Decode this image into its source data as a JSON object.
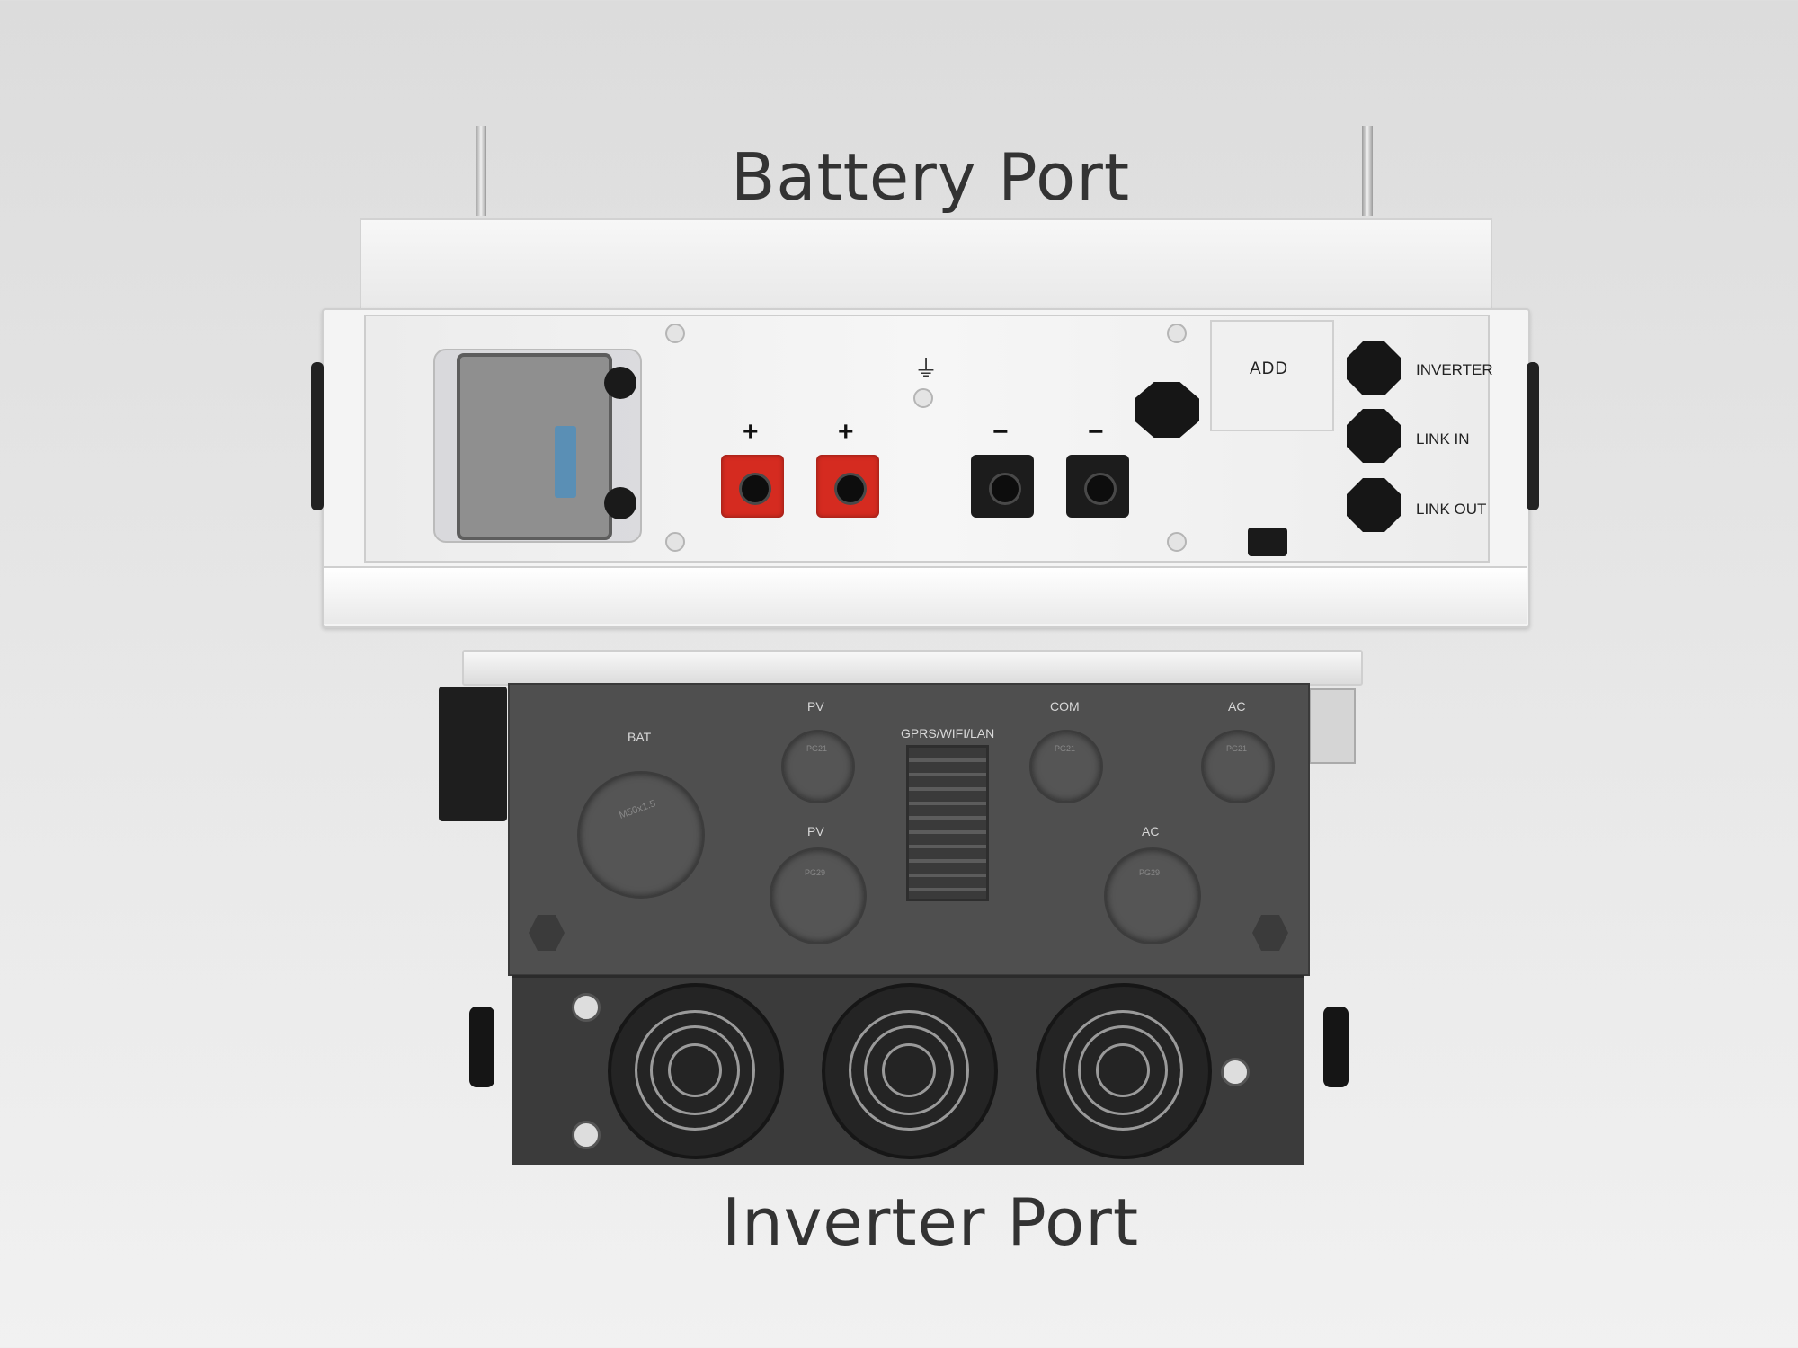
{
  "headings": {
    "battery": "Battery Port",
    "inverter": "Inverter Port"
  },
  "battery_module": {
    "add_label": "ADD",
    "ports": [
      "INVERTER",
      "LINK IN",
      "LINK OUT"
    ],
    "positive_sign": "+",
    "negative_sign": "−",
    "ground_symbol": "⏚"
  },
  "inverter_module": {
    "labels": {
      "bat": "BAT",
      "pv_top": "PV",
      "pv_bottom": "PV",
      "comms": "GPRS/WIFI/LAN",
      "com": "COM",
      "ac_top": "AC",
      "ac_bottom": "AC"
    },
    "gland_codes": {
      "bat": "M50x1.5",
      "small": "PG21",
      "large": "PG29"
    },
    "fan_count": 3
  },
  "colors": {
    "positive_terminal": "#d52b20",
    "negative_terminal": "#1c1c1c",
    "inverter_body": "#4f4f4f",
    "battery_body": "#f4f4f4"
  }
}
